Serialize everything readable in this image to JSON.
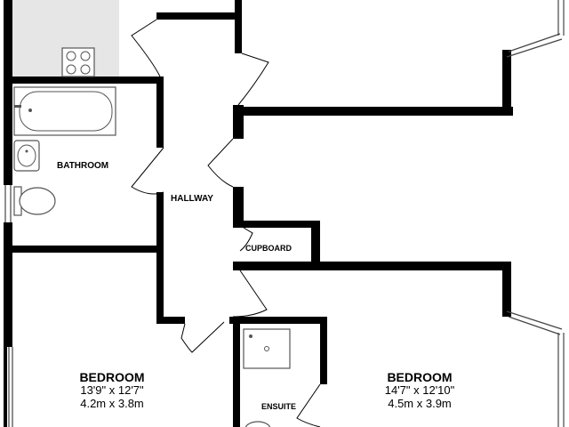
{
  "rooms": {
    "bathroom": {
      "name": "BATHROOM"
    },
    "hallway": {
      "name": "HALLWAY"
    },
    "cupboard": {
      "name": "CUPBOARD"
    },
    "ensuite": {
      "name": "ENSUITE"
    },
    "bedroom_left": {
      "name": "BEDROOM",
      "imperial": "13'9\"  x 12'7\"",
      "metric": "4.2m  x 3.8m"
    },
    "bedroom_right": {
      "name": "BEDROOM",
      "imperial": "14'7\"  x 12'10\"",
      "metric": "4.5m  x 3.9m"
    }
  },
  "colors": {
    "wall": "#000000",
    "kitchen_floor": "#e6e6e6",
    "fixture_stroke": "#555555"
  }
}
